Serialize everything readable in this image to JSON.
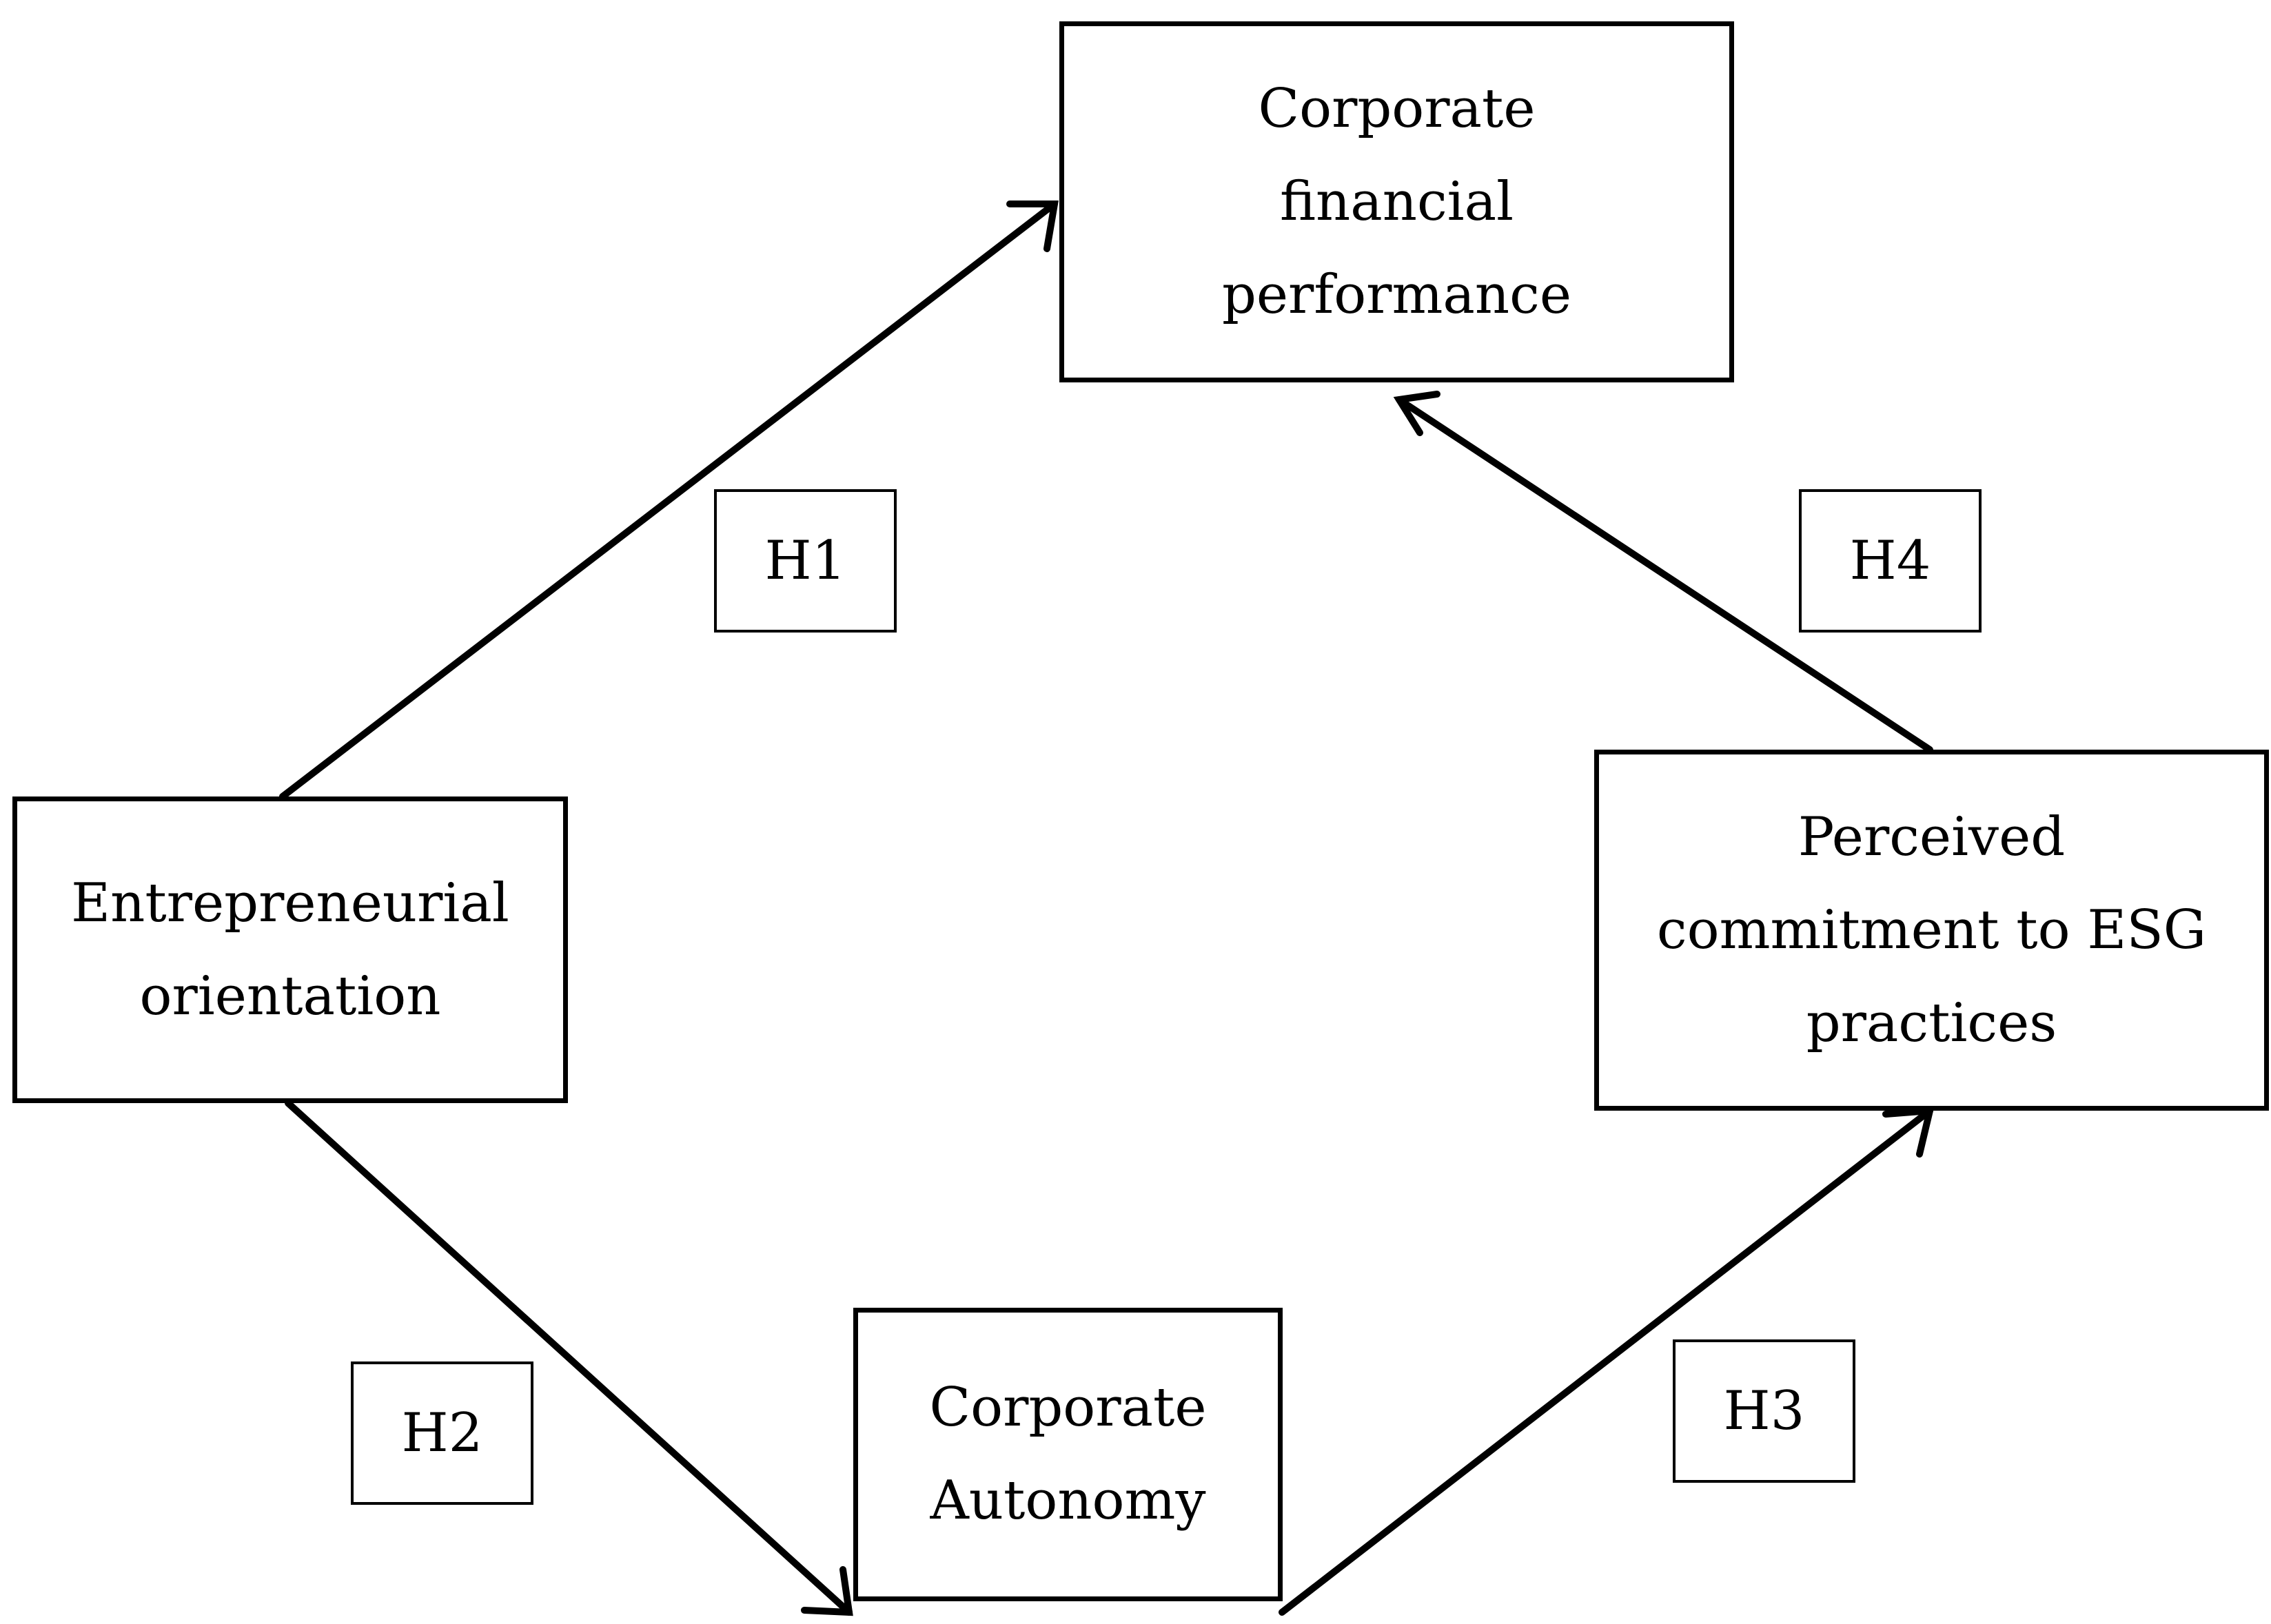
{
  "nodes": {
    "corporate_financial_performance": "Corporate financial performance",
    "entrepreneurial_orientation": "Entrepreneurial orientation",
    "perceived_esg_commitment": "Perceived commitment to ESG practices",
    "corporate_autonomy": "Corporate Autonomy"
  },
  "hypotheses": {
    "h1": "H1",
    "h2": "H2",
    "h3": "H3",
    "h4": "H4"
  },
  "edges": [
    {
      "from": "entrepreneurial_orientation",
      "to": "corporate_financial_performance",
      "hypothesis": "h1"
    },
    {
      "from": "entrepreneurial_orientation",
      "to": "corporate_autonomy",
      "hypothesis": "h2"
    },
    {
      "from": "corporate_autonomy",
      "to": "perceived_esg_commitment",
      "hypothesis": "h3"
    },
    {
      "from": "perceived_esg_commitment",
      "to": "corporate_financial_performance",
      "hypothesis": "h4"
    }
  ],
  "colors": {
    "stroke": "#000000",
    "background": "#ffffff"
  }
}
